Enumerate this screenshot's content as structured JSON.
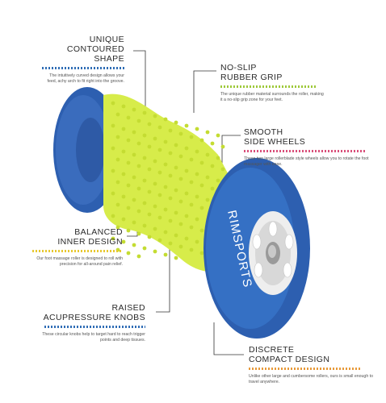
{
  "features": [
    {
      "title_line1": "UNIQUE",
      "title_line2": "CONTOURED SHAPE",
      "description": "The intuitively curved design allows your feed, achy arch to fit right into the groove.",
      "rule_color": "#2f6db5"
    },
    {
      "title_line1": "NO-SLIP",
      "title_line2": "RUBBER GRIP",
      "description": "The unique rubber material surrounds the roller, making it a no-slip grip zone for your feet.",
      "rule_color": "#9ec93a"
    },
    {
      "title_line1": "SMOOTH",
      "title_line2": "SIDE WHEELS",
      "description": "These two large rollerblade style wheels allow you to rotate the foot massager with ease.",
      "rule_color": "#d9507a"
    },
    {
      "title_line1": "BALANCED",
      "title_line2": "INNER DESIGN",
      "description": "Our foot massage roller is designed to roll with precision for all-around pain relief.",
      "rule_color": "#e8c830"
    },
    {
      "title_line1": "RAISED",
      "title_line2": "ACUPRESSURE KNOBS",
      "description": "These circular knobs help to target hard to reach trigger points and deep tissues.",
      "rule_color": "#2f6db5"
    },
    {
      "title_line1": "DISCRETE",
      "title_line2": "COMPACT DESIGN",
      "description": "Unlike other large and cumbersome rollers, ours is small enough to travel anywhere.",
      "rule_color": "#e89a3a"
    }
  ],
  "product": {
    "brand": "RIMSPORTS",
    "wheel_color": "#2d5fb0",
    "roller_color": "#d7ec4a",
    "hub_color": "#eeeeee"
  }
}
